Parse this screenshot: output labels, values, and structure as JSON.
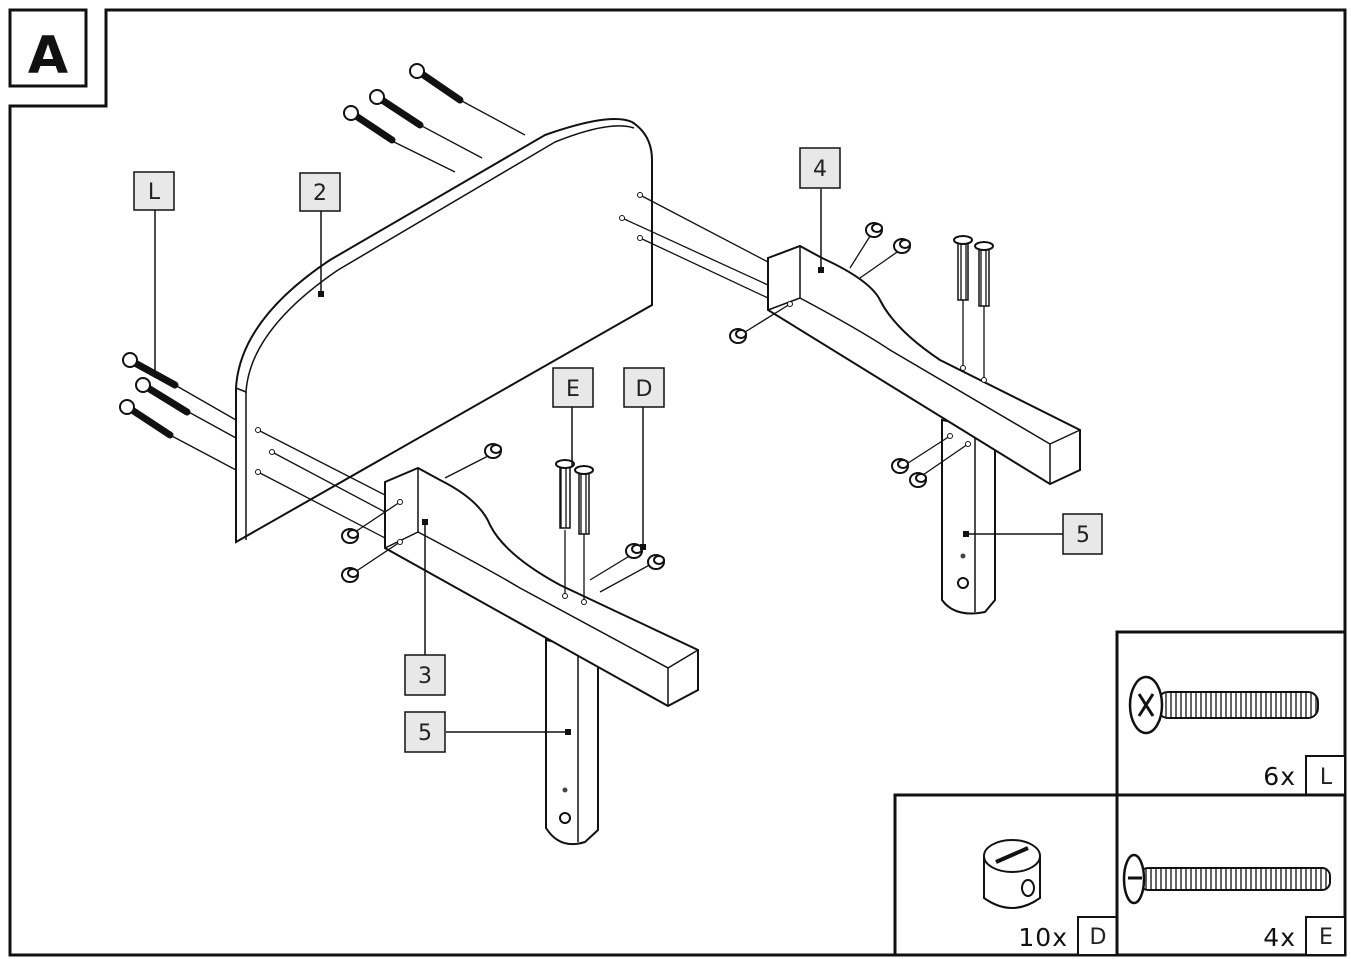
{
  "step_letter": "A",
  "part_labels": {
    "L": "L",
    "p2": "2",
    "p4": "4",
    "E": "E",
    "D": "D",
    "p5_right": "5",
    "p3": "3",
    "p5_left": "5"
  },
  "hardware": [
    {
      "code": "L",
      "quantity": "6x",
      "icon": "bolt-l-icon"
    },
    {
      "code": "D",
      "quantity": "10x",
      "icon": "barrel-nut-icon"
    },
    {
      "code": "E",
      "quantity": "4x",
      "icon": "bolt-e-icon"
    }
  ],
  "colors": {
    "line": "#111111",
    "label_bg": "#e8e8e8"
  }
}
